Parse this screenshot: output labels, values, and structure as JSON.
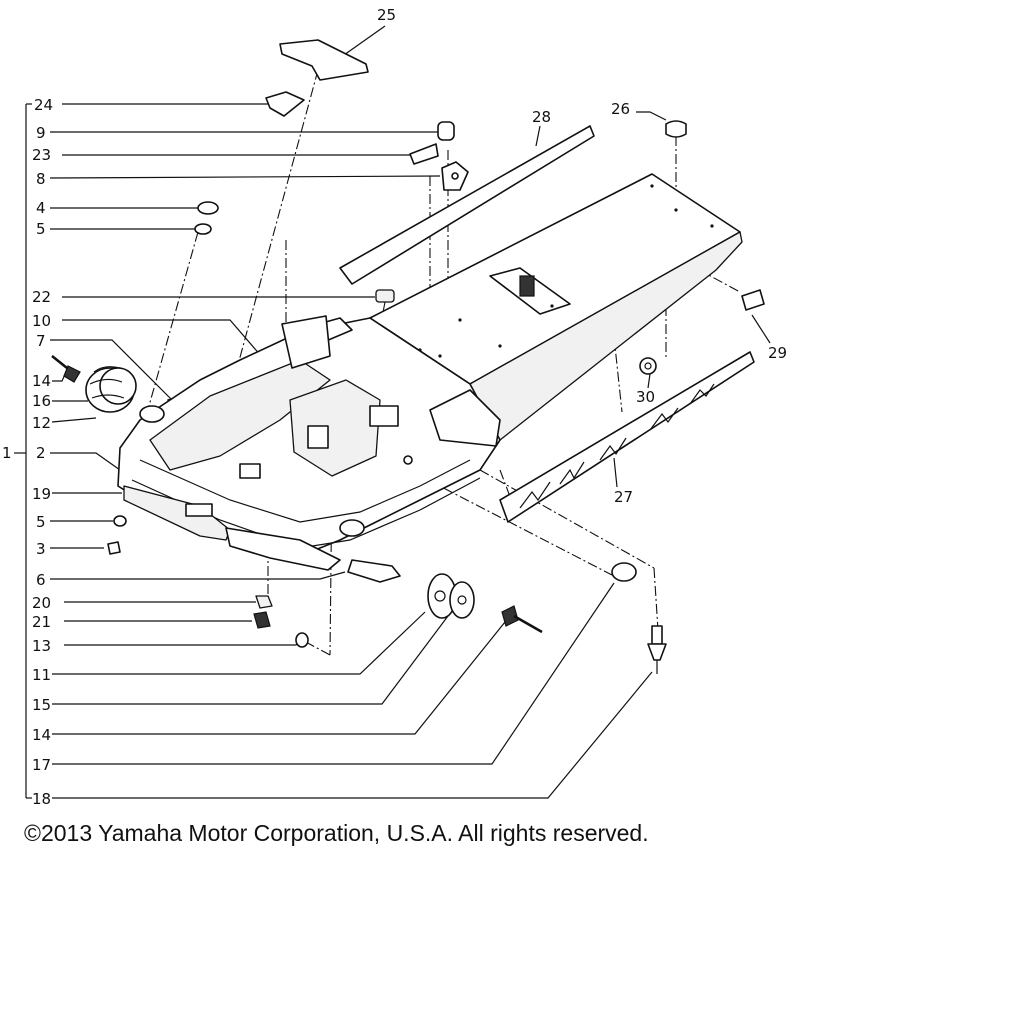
{
  "diagram": {
    "assembly_number": "1",
    "callouts_left": [
      "24",
      "9",
      "23",
      "8",
      "4",
      "5",
      "22",
      "10",
      "7",
      "14",
      "16",
      "12",
      "2",
      "19",
      "5",
      "3",
      "6",
      "20",
      "21",
      "13",
      "11",
      "15",
      "14",
      "17",
      "18"
    ],
    "callouts_top": [
      "25",
      "28",
      "26",
      "29",
      "30",
      "27"
    ]
  },
  "footer": {
    "copyright": "©2013 Yamaha Motor Corporation, U.S.A. All rights reserved."
  }
}
